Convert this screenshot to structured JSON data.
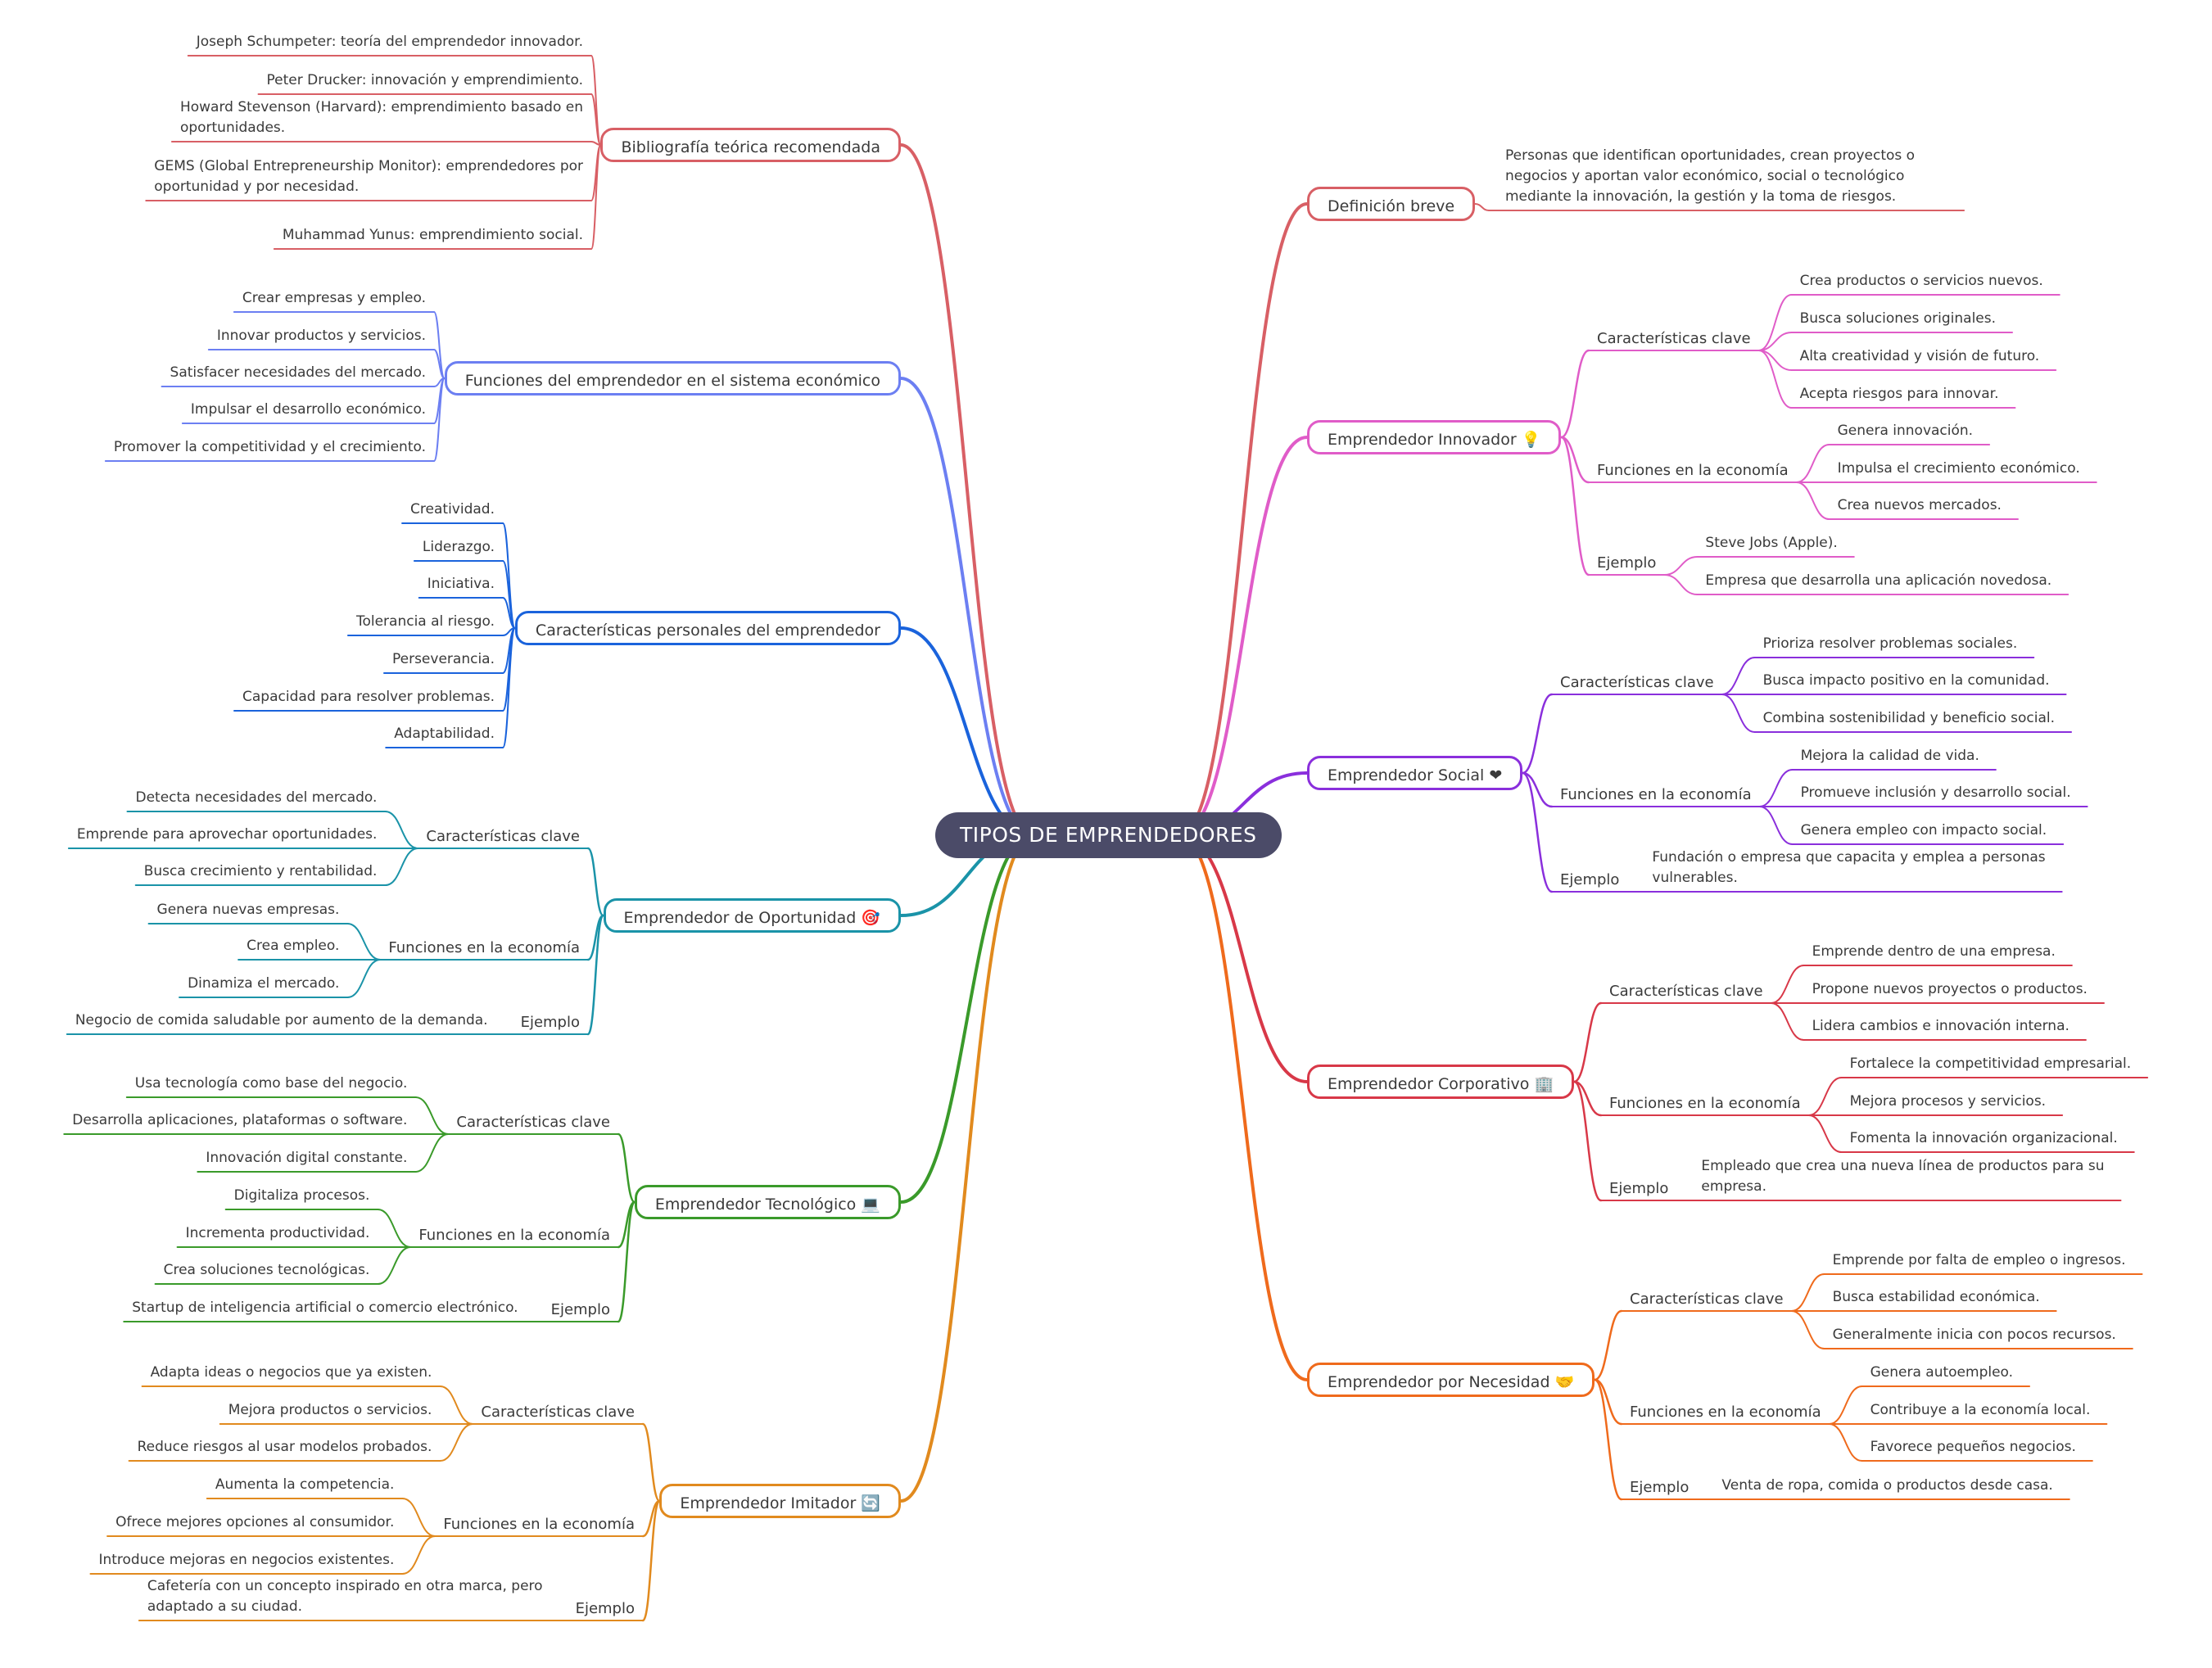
{
  "root": {
    "label": "TIPOS DE EMPRENDEDORES"
  },
  "branches": [
    {
      "label": "Bibliografía teórica recomendada",
      "color": "#d85f65",
      "side": "left",
      "leaves": [
        "Joseph Schumpeter: teoría del emprendedor innovador.",
        "Peter Drucker: innovación y emprendimiento.",
        "Howard Stevenson (Harvard): emprendimiento basado en\noportunidades.",
        "GEMS (Global Entrepreneurship Monitor): emprendedores por\noportunidad y por necesidad.",
        "Muhammad Yunus: emprendimiento social."
      ]
    },
    {
      "label": "Funciones del emprendedor en el sistema económico",
      "color": "#6c7ff2",
      "side": "left",
      "leaves": [
        "Crear empresas y empleo.",
        "Innovar productos y servicios.",
        "Satisfacer necesidades del mercado.",
        "Impulsar el desarrollo económico.",
        "Promover la competitividad y el crecimiento."
      ]
    },
    {
      "label": "Características personales del emprendedor",
      "color": "#1a63dc",
      "side": "left",
      "leaves": [
        "Creatividad.",
        "Liderazgo.",
        "Iniciativa.",
        "Tolerancia al riesgo.",
        "Perseverancia.",
        "Capacidad para resolver problemas.",
        "Adaptabilidad."
      ]
    },
    {
      "label": "Emprendedor de Oportunidad 🎯",
      "color": "#1a93a8",
      "side": "left",
      "groups": [
        {
          "label": "Características clave",
          "leaves": [
            "Detecta necesidades del mercado.",
            "Emprende para aprovechar oportunidades.",
            "Busca crecimiento y rentabilidad."
          ]
        },
        {
          "label": "Funciones en la economía",
          "leaves": [
            "Genera nuevas empresas.",
            "Crea empleo.",
            "Dinamiza el mercado."
          ]
        },
        {
          "label": "Ejemplo",
          "leaves": [
            "Negocio de comida saludable por aumento de la demanda."
          ]
        }
      ]
    },
    {
      "label": "Emprendedor Tecnológico 💻",
      "color": "#3a9a2a",
      "side": "left",
      "groups": [
        {
          "label": "Características clave",
          "leaves": [
            "Usa tecnología como base del negocio.",
            "Desarrolla aplicaciones, plataformas o software.",
            "Innovación digital constante."
          ]
        },
        {
          "label": "Funciones en la economía",
          "leaves": [
            "Digitaliza procesos.",
            "Incrementa productividad.",
            "Crea soluciones tecnológicas."
          ]
        },
        {
          "label": "Ejemplo",
          "leaves": [
            "Startup de inteligencia artificial o comercio electrónico."
          ]
        }
      ]
    },
    {
      "label": "Emprendedor Imitador 🔄",
      "color": "#e18a1e",
      "side": "left",
      "groups": [
        {
          "label": "Características clave",
          "leaves": [
            "Adapta ideas o negocios que ya existen.",
            "Mejora productos o servicios.",
            "Reduce riesgos al usar modelos probados."
          ]
        },
        {
          "label": "Funciones en la economía",
          "leaves": [
            "Aumenta la competencia.",
            "Ofrece mejores opciones al consumidor.",
            "Introduce mejoras en negocios existentes."
          ]
        },
        {
          "label": "Ejemplo",
          "leaves": [
            "Cafetería con un concepto inspirado en otra marca, pero\nadaptado a su ciudad."
          ]
        }
      ]
    },
    {
      "label": "Definición breve",
      "color": "#d85f65",
      "side": "right",
      "leaves": [
        "Personas que identifican oportunidades, crean proyectos o\nnegocios y aportan valor económico, social o tecnológico\nmediante la innovación, la gestión y la toma de riesgos."
      ]
    },
    {
      "label": "Emprendedor Innovador 💡",
      "color": "#e05cc8",
      "side": "right",
      "groups": [
        {
          "label": "Características clave",
          "leaves": [
            "Crea productos o servicios nuevos.",
            "Busca soluciones originales.",
            "Alta creatividad y visión de futuro.",
            "Acepta riesgos para innovar."
          ]
        },
        {
          "label": "Funciones en la economía",
          "leaves": [
            "Genera innovación.",
            "Impulsa el crecimiento económico.",
            "Crea nuevos mercados."
          ]
        },
        {
          "label": "Ejemplo",
          "leaves": [
            "Steve Jobs (Apple).",
            "Empresa que desarrolla una aplicación novedosa."
          ]
        }
      ]
    },
    {
      "label": "Emprendedor Social ❤",
      "color": "#8a2fdc",
      "side": "right",
      "groups": [
        {
          "label": "Características clave",
          "leaves": [
            "Prioriza resolver problemas sociales.",
            "Busca impacto positivo en la comunidad.",
            "Combina sostenibilidad y beneficio social."
          ]
        },
        {
          "label": "Funciones en la economía",
          "leaves": [
            "Mejora la calidad de vida.",
            "Promueve inclusión y desarrollo social.",
            "Genera empleo con impacto social."
          ]
        },
        {
          "label": "Ejemplo",
          "leaves": [
            "Fundación o empresa que capacita y emplea a personas\nvulnerables."
          ]
        }
      ]
    },
    {
      "label": "Emprendedor Corporativo 🏢",
      "color": "#d83848",
      "side": "right",
      "groups": [
        {
          "label": "Características clave",
          "leaves": [
            "Emprende dentro de una empresa.",
            "Propone nuevos proyectos o productos.",
            "Lidera cambios e innovación interna."
          ]
        },
        {
          "label": "Funciones en la economía",
          "leaves": [
            "Fortalece la competitividad empresarial.",
            "Mejora procesos y servicios.",
            "Fomenta la innovación organizacional."
          ]
        },
        {
          "label": "Ejemplo",
          "leaves": [
            "Empleado que crea una nueva línea de productos para su\nempresa."
          ]
        }
      ]
    },
    {
      "label": "Emprendedor por Necesidad 🤝",
      "color": "#ef6a1c",
      "side": "right",
      "groups": [
        {
          "label": "Características clave",
          "leaves": [
            "Emprende por falta de empleo o ingresos.",
            "Busca estabilidad económica.",
            "Generalmente inicia con pocos recursos."
          ]
        },
        {
          "label": "Funciones en la economía",
          "leaves": [
            "Genera autoempleo.",
            "Contribuye a la economía local.",
            "Favorece pequeños negocios."
          ]
        },
        {
          "label": "Ejemplo",
          "leaves": [
            "Venta de ropa, comida o productos desde casa."
          ]
        }
      ]
    }
  ]
}
